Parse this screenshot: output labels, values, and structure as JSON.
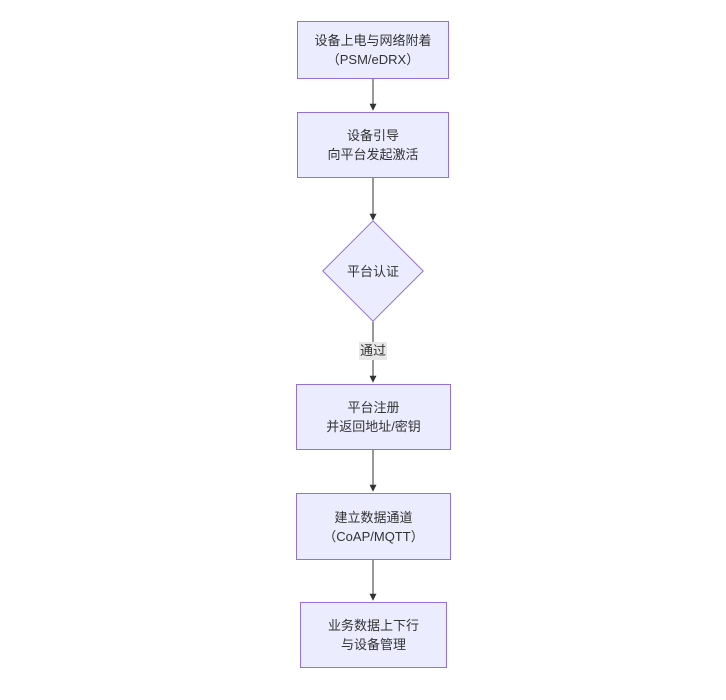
{
  "diagram": {
    "type": "flowchart",
    "direction": "top-down",
    "colors": {
      "node_fill": "#ECECFF",
      "node_border": "#9370DB",
      "edge_line": "#333333",
      "edge_label_bg": "#e8e8e8",
      "text": "#333333",
      "background": "#ffffff"
    },
    "nodes": [
      {
        "id": "A",
        "shape": "rect",
        "line1": "设备上电与网络附着",
        "line2": "（PSM/eDRX）"
      },
      {
        "id": "B",
        "shape": "rect",
        "line1": "设备引导",
        "line2": "向平台发起激活"
      },
      {
        "id": "C",
        "shape": "diamond",
        "label": "平台认证"
      },
      {
        "id": "D",
        "shape": "rect",
        "line1": "平台注册",
        "line2": "并返回地址/密钥"
      },
      {
        "id": "E",
        "shape": "rect",
        "line1": "建立数据通道",
        "line2": "（CoAP/MQTT）"
      },
      {
        "id": "F",
        "shape": "rect",
        "line1": "业务数据上下行",
        "line2": "与设备管理"
      }
    ],
    "edges": [
      {
        "from": "A",
        "to": "B",
        "label": ""
      },
      {
        "from": "B",
        "to": "C",
        "label": ""
      },
      {
        "from": "C",
        "to": "D",
        "label": "通过"
      },
      {
        "from": "D",
        "to": "E",
        "label": ""
      },
      {
        "from": "E",
        "to": "F",
        "label": ""
      }
    ],
    "edge_label_pass": "通过"
  }
}
